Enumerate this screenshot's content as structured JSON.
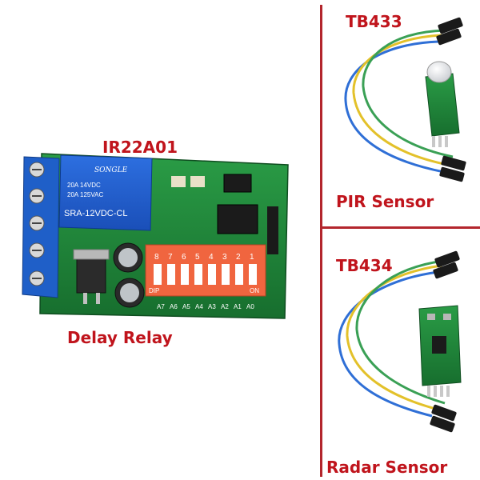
{
  "labels": {
    "main_module": "IR22A01",
    "main_caption": "Delay Relay",
    "pir_model": "TB433",
    "pir_caption": "PIR Sensor",
    "radar_model": "TB434",
    "radar_caption": "Radar Sensor"
  },
  "relay": {
    "brand": "SONGLE",
    "spec_line1": "20A  14VDC",
    "spec_line2": "20A  125VAC",
    "model": "SRA-12VDC-CL"
  },
  "dip": {
    "switch_numbers": [
      "8",
      "7",
      "6",
      "5",
      "4",
      "3",
      "2",
      "1"
    ],
    "dip_text": "DIP",
    "on_text": "ON",
    "address_labels": [
      "A7",
      "A6",
      "A5",
      "A4",
      "A3",
      "A2",
      "A1",
      "A0"
    ]
  },
  "colors": {
    "label_red": "#c0141c",
    "divider": "#b3262d",
    "pcb_green": "#1f8a3a",
    "terminal_blue": "#1f5fc8",
    "dip_body": "#f0653f",
    "wire_blue": "#2f6fd6",
    "wire_yellow": "#e3c12a",
    "wire_green": "#3aa055"
  }
}
